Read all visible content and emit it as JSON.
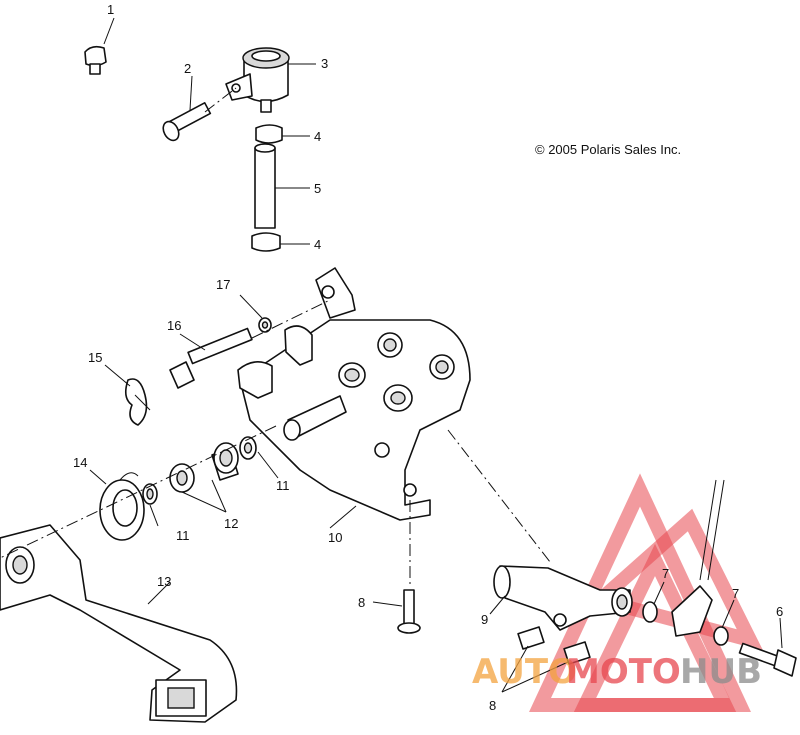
{
  "copyright": "© 2005 Polaris Sales Inc.",
  "callouts": [
    "1",
    "2",
    "3",
    "4",
    "5",
    "4",
    "17",
    "16",
    "15",
    "14",
    "11",
    "12",
    "11",
    "10",
    "13",
    "8",
    "9",
    "7",
    "7",
    "6",
    "8"
  ],
  "watermark": {
    "part1": "AUTO",
    "part2": "MOTO",
    "part3": "HUB",
    "color_red": "#e8474f",
    "color_orange": "#f4a340",
    "color_gray": "#8c8c8c"
  }
}
